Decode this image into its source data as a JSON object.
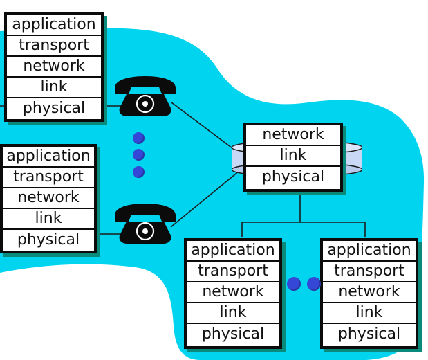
{
  "colors": {
    "network_cloud": "#00d4ef",
    "stack_border": "#0b0b0b",
    "stack_shadow": "#0a8a7a",
    "phone": "#0b0b0b",
    "dots": "#3547d6",
    "router_body": "#c9d8f4"
  },
  "hosts": [
    {
      "id": "top-left",
      "layers": [
        "application",
        "transport",
        "network",
        "link",
        "physical"
      ]
    },
    {
      "id": "middle-left",
      "layers": [
        "application",
        "transport",
        "network",
        "link",
        "physical"
      ]
    },
    {
      "id": "bottom-center",
      "layers": [
        "application",
        "transport",
        "network",
        "link",
        "physical"
      ]
    },
    {
      "id": "bottom-right",
      "layers": [
        "application",
        "transport",
        "network",
        "link",
        "physical"
      ]
    }
  ],
  "router": {
    "layers": [
      "network",
      "link",
      "physical"
    ]
  },
  "icons": {
    "phone": "telephone-icon",
    "ellipsis": "ellipsis-dot-icon",
    "router": "router-icon"
  }
}
